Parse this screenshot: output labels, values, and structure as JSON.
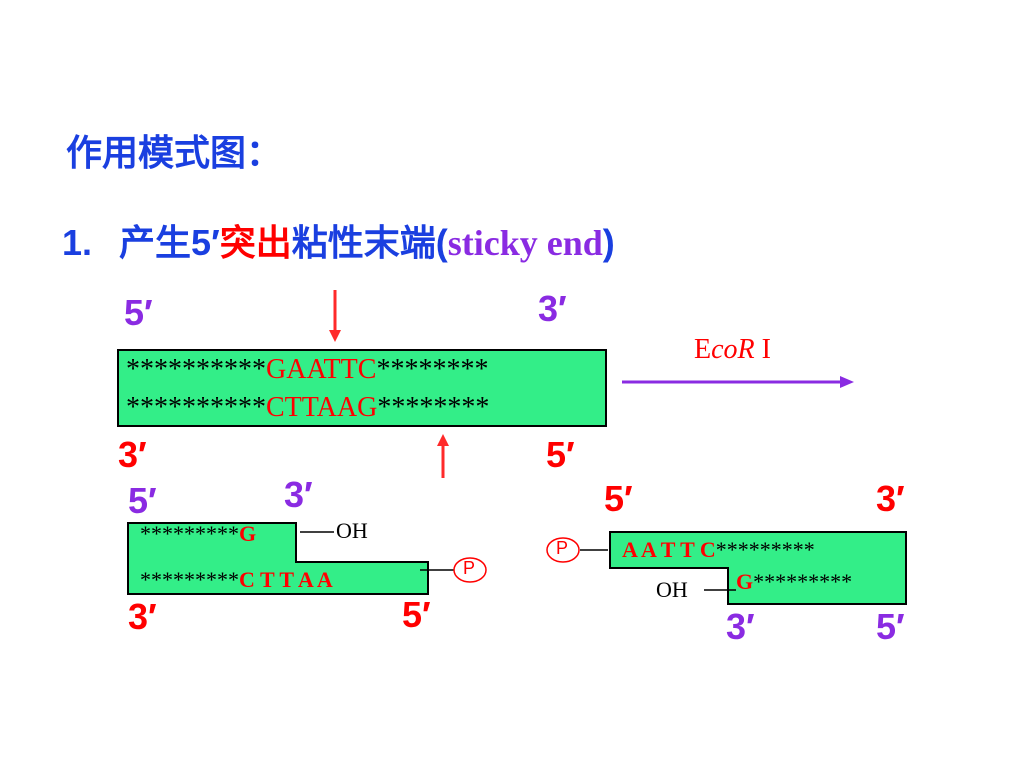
{
  "title": "作用模式图：",
  "subtitle": {
    "number": "1.",
    "part1": "产生",
    "five": "5′",
    "part2": "突出",
    "part3": "粘性末端",
    "paren_open": "(",
    "english": "sticky end",
    "paren_close": ")"
  },
  "top": {
    "label_5_top": "5′",
    "label_3_top": "3′",
    "label_3_bottom": "3′",
    "label_5_bottom": "5′",
    "strand1_left": "**********",
    "strand1_site": "GAATTC",
    "strand1_right": "********",
    "strand2_left": "**********",
    "strand2_site": "CTTAAG",
    "strand2_right": "********"
  },
  "enzyme": {
    "e": "E",
    "co": "co",
    "r": "R",
    "roman": " I"
  },
  "left_fragment": {
    "label_5": "5′",
    "label_3_top": "3′",
    "label_3_bottom": "3′",
    "label_5_bottom": "5′",
    "strand1_stars": "*********",
    "strand1_site": "G",
    "oh": "OH",
    "strand2_stars": "*********",
    "strand2_site": "C T T A A",
    "phosphate": "P"
  },
  "right_fragment": {
    "label_5": "5′",
    "label_3": "3′",
    "label_3_bottom": "3′",
    "label_5_bottom": "5′",
    "phosphate": "P",
    "strand1_site": "A A T T C",
    "strand1_stars": "*********",
    "oh": "OH",
    "strand2_site": "G",
    "strand2_stars": "*********"
  },
  "colors": {
    "red": "#ff0000",
    "blue": "#1a3fe0",
    "purple": "#8a2be2",
    "green": "#33ee88"
  }
}
